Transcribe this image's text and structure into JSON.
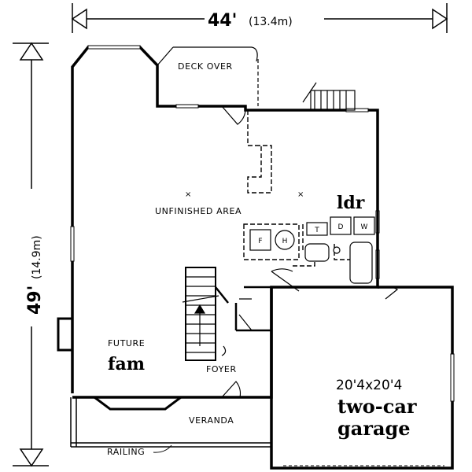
{
  "dimensions": {
    "width_ft": "44'",
    "width_m": "(13.4m)",
    "depth_ft": "49'",
    "depth_m": "(14.9m)"
  },
  "rooms": {
    "deck": "DECK OVER",
    "unfinished": "UNFINISHED AREA",
    "laundry": "ldr",
    "future": "FUTURE",
    "family": "fam",
    "foyer": "FOYER",
    "veranda": "VERANDA",
    "railing": "RAILING",
    "garage_size": "20'4x20'4",
    "garage_line1": "two-car",
    "garage_line2": "garage"
  },
  "appliances": {
    "dryer": "D",
    "washer": "W",
    "tub": "T",
    "furnace": "F",
    "heater": "H"
  }
}
